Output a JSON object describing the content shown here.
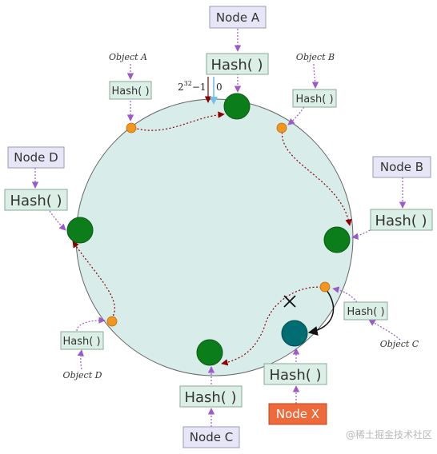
{
  "diagram": {
    "nodes": {
      "a": "Node A",
      "b": "Node B",
      "c": "Node C",
      "d": "Node D",
      "x": "Node X"
    },
    "hash_label": "Hash( )",
    "objects": {
      "a": "Object A",
      "b": "Object B",
      "c": "Object C",
      "d": "Object D"
    },
    "ring_markers": {
      "max_base": "2",
      "max_exponent": "32",
      "max_suffix": "−1",
      "zero": "0"
    },
    "watermark": "@稀土掘金技术社区"
  },
  "colors": {
    "ring_fill": "#d8ecea",
    "node_green": "#0b7d1a",
    "node_teal": "#006d73",
    "object_orange": "#f3961f",
    "node_label_fill": "#e6e6f6",
    "hash_box_fill": "#dcefe6",
    "node_x_fill": "#ee6a3b",
    "arrow_purple": "#9b59c9",
    "path_darkred": "#8b0000"
  }
}
